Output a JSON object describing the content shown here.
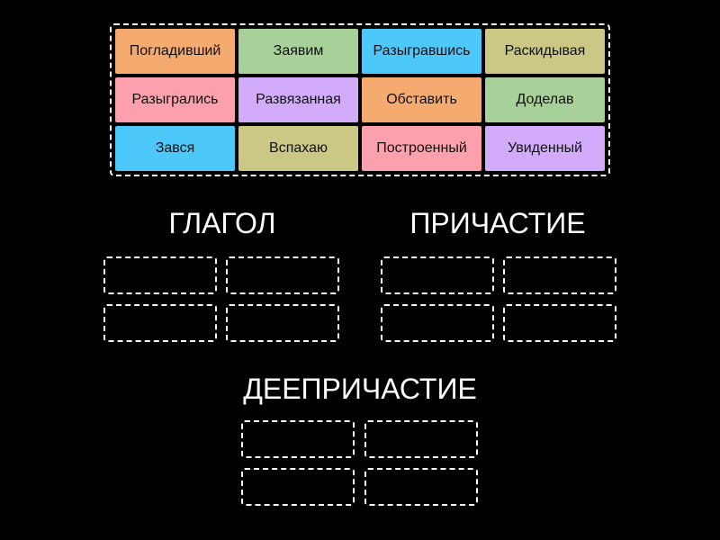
{
  "tiles": [
    {
      "label": "Погладивший",
      "color": "#f5aa6f"
    },
    {
      "label": "Заявим",
      "color": "#a7d199"
    },
    {
      "label": "Разыгравшись",
      "color": "#4dc8fb"
    },
    {
      "label": "Раскидывая",
      "color": "#cbc785"
    },
    {
      "label": "Разыгрались",
      "color": "#fda0ad"
    },
    {
      "label": "Развязанная",
      "color": "#d3abfb"
    },
    {
      "label": "Обставить",
      "color": "#f5aa6f"
    },
    {
      "label": "Доделав",
      "color": "#a7d199"
    },
    {
      "label": "Зався",
      "color": "#4dc8fb"
    },
    {
      "label": "Вспахаю",
      "color": "#cbc785"
    },
    {
      "label": "Построенный",
      "color": "#fda0ad"
    },
    {
      "label": "Увиденный",
      "color": "#d3abfb"
    }
  ],
  "groups": {
    "verb": "ГЛАГОЛ",
    "participle": "ПРИЧАСТИЕ",
    "gerund": "ДЕЕПРИЧАСТИЕ"
  }
}
